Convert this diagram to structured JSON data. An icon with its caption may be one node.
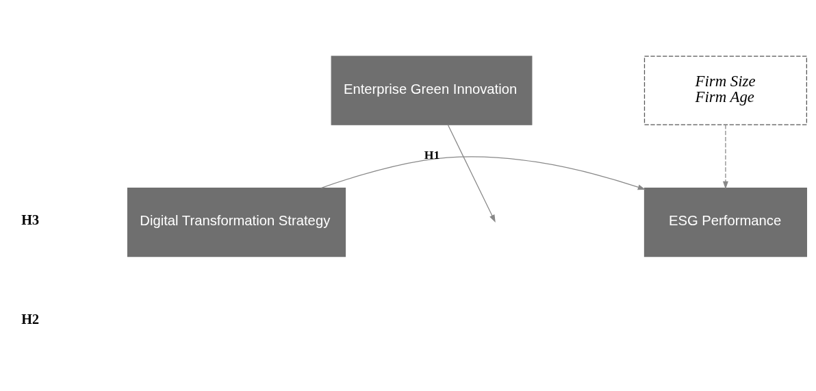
{
  "diagram": {
    "nodes": [
      {
        "text": [
          "Enterprise Green Innovation"
        ]
      },
      {
        "text": [
          "Digital Transformation Strategy"
        ]
      },
      {
        "text": [
          "ESG Performance"
        ]
      },
      {
        "text": [
          "Firm Size",
          "Firm Age"
        ]
      }
    ],
    "edges": [
      {
        "from": 1,
        "to": 2,
        "arrow": "to",
        "label": "H1"
      },
      {
        "from": 0,
        "to": null,
        "arrow": "to"
      },
      {
        "from": 3,
        "to": 2,
        "arrow": "to",
        "style": "dashed"
      }
    ],
    "labels": [
      "H3",
      "H2"
    ]
  }
}
